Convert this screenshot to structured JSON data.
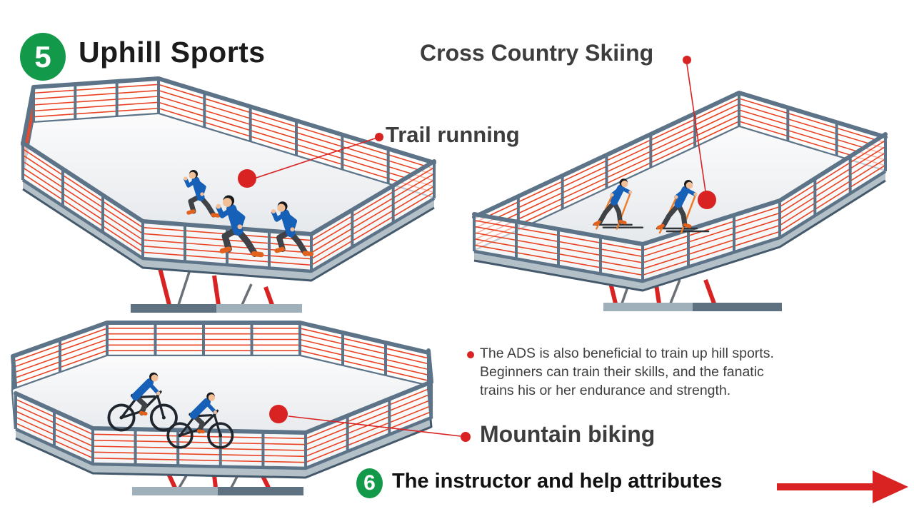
{
  "header": {
    "badge_number": "5",
    "title": "Uphill Sports"
  },
  "labels": {
    "cross_country_skiing": "Cross Country Skiing",
    "trail_running": "Trail running",
    "mountain_biking": "Mountain biking"
  },
  "note": {
    "text": "The ADS is also beneficial to train up hill sports. Beginners can train their skills, and the fanatic trains his or her endurance and strength.",
    "lines": [
      "The ADS is also beneficial to train up hill sports.",
      "Beginners can train their skills, and the fanatic",
      "trains his or her endurance and strength."
    ]
  },
  "footer": {
    "badge_number": "6",
    "text": "The instructor and help attributes"
  },
  "platforms": [
    {
      "name": "Trail running platform"
    },
    {
      "name": "Cross country skiing platform"
    },
    {
      "name": "Mountain biking platform"
    }
  ],
  "colors": {
    "green": "#12994a",
    "red": "#d92323",
    "wire": "#e94323",
    "slate": "#5d7488",
    "slate_dark": "#44596b",
    "deck_face": "#b4c0c8",
    "deck_light": "#fbfbfc",
    "deck_dark": "#dfe3e7",
    "base_light": "#9fb0ba",
    "base_dark": "#5d7180",
    "leg_gray": "#6b7076",
    "shirt_blue": "#1660b8",
    "pants": "#3f4347",
    "shoes": "#e2611c",
    "skin": "#f2c098",
    "hair": "#17191c",
    "ski": "#2e3338",
    "pole": "#ef7b28",
    "bike_frame": "#20262d",
    "title_text": "#1b1b1b",
    "label_text": "#3d3d3d"
  }
}
